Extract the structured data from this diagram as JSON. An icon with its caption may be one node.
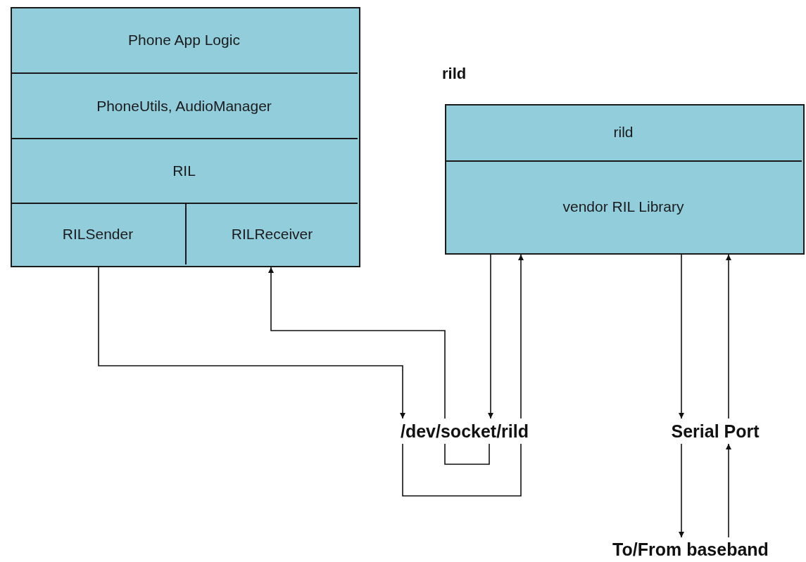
{
  "diagram": {
    "nodes": [
      {
        "text": [],
        "shape": "box"
      },
      {
        "text": [
          "Phone App Logic"
        ],
        "in": 0
      },
      {
        "text": [
          "PhoneUtils, AudioManager"
        ],
        "in": 0
      },
      {
        "text": [
          "RIL"
        ],
        "in": 0
      },
      {
        "text": [
          "RILSender"
        ],
        "in": 0
      },
      {
        "text": [
          "RILReceiver"
        ],
        "in": 0
      },
      {
        "text": [
          "rild"
        ]
      },
      {
        "text": [
          "rild"
        ],
        "in": 6
      },
      {
        "text": [
          "vendor RIL Library"
        ],
        "in": 6
      },
      {
        "text": [
          "/dev/socket/rild"
        ]
      },
      {
        "text": [
          "Serial Port"
        ]
      },
      {
        "text": [
          "To/From baseband"
        ]
      }
    ],
    "edges": [
      {
        "from": 4,
        "to": 9,
        "arrow": "to"
      },
      {
        "from": 9,
        "to": 5,
        "arrow": "to"
      },
      {
        "from": 8,
        "to": 9,
        "arrow": "to"
      },
      {
        "from": 9,
        "to": 8,
        "arrow": "to"
      },
      {
        "from": 8,
        "to": 10,
        "arrow": "to"
      },
      {
        "from": 10,
        "to": 8,
        "arrow": "to"
      },
      {
        "from": 10,
        "to": 11,
        "arrow": "to"
      },
      {
        "from": 11,
        "to": 10,
        "arrow": "to"
      },
      {
        "from": 9,
        "to": 9,
        "arrow": "none"
      },
      {
        "from": 9,
        "to": 9,
        "arrow": "none"
      }
    ]
  }
}
